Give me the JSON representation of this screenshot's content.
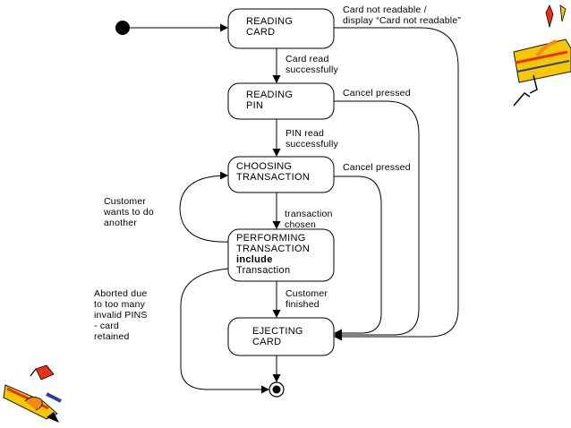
{
  "diagram": {
    "states": {
      "reading_card": [
        "READING",
        "CARD"
      ],
      "reading_pin": [
        "READING",
        "PIN"
      ],
      "choosing_transaction": [
        "CHOOSING",
        "TRANSACTION"
      ],
      "performing_transaction": [
        "PERFORMING",
        "TRANSACTION",
        "include",
        "Transaction"
      ],
      "ejecting_card": [
        "EJECTING",
        "CARD"
      ]
    },
    "transitions": {
      "card_not_readable": [
        "Card not readable /",
        "display “Card not readable”"
      ],
      "card_read": [
        "Card read",
        "successfully"
      ],
      "cancel_pressed_1": [
        "Cancel pressed"
      ],
      "pin_read": [
        "PIN read",
        "successfully"
      ],
      "cancel_pressed_2": [
        "Cancel pressed"
      ],
      "customer_wants_another": [
        "Customer",
        "wants to do",
        "another"
      ],
      "transaction_chosen": [
        "transaction",
        "chosen"
      ],
      "customer_finished": [
        "Customer",
        "finished"
      ],
      "aborted": [
        "Aborted due",
        "to too many",
        "invalid PINS",
        "- card",
        "retained"
      ]
    },
    "colors": {
      "line": "#000000",
      "clipart_yellow": "#f7c800",
      "clipart_red": "#e8301c",
      "clipart_blue": "#2a3f9e",
      "clipart_orange": "#f08a1a"
    }
  }
}
